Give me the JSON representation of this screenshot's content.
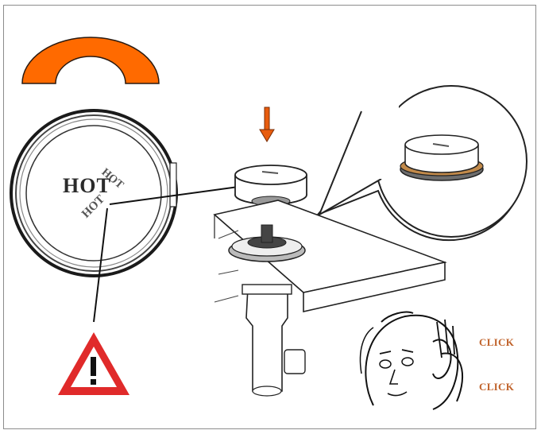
{
  "labels": {
    "hot": "HOT",
    "click_1": "CLICK",
    "click_2": "CLICK"
  },
  "colors": {
    "handle_orange": "#ff6a00",
    "arrow_orange": "#e85c0d",
    "warning_red": "#e02a2a",
    "click_text": "#c0622a",
    "line_dark": "#222222"
  },
  "icons": [
    "handle-arc-icon",
    "down-arrow-icon",
    "warning-triangle-icon",
    "listening-man-icon"
  ]
}
